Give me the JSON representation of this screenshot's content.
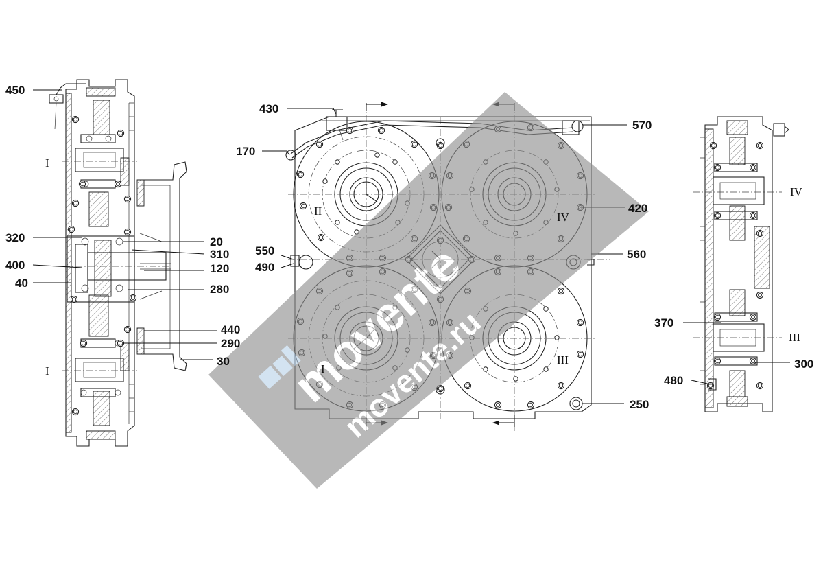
{
  "callouts": {
    "c450": "450",
    "c320": "320",
    "c400": "400",
    "c40": "40",
    "c20": "20",
    "c310": "310",
    "c120": "120",
    "c280": "280",
    "c440": "440",
    "c290": "290",
    "c30": "30",
    "c430": "430",
    "c170": "170",
    "c550": "550",
    "c490": "490",
    "c570": "570",
    "c420": "420",
    "c560": "560",
    "c250": "250",
    "c370": "370",
    "c300": "300",
    "c480": "480"
  },
  "shaft_labels": {
    "left_top": "I",
    "left_bottom": "I",
    "front_ii": "II",
    "front_iv": "IV",
    "front_i": "I",
    "front_iii": "III",
    "right_iv": "IV",
    "right_iii": "III"
  },
  "watermark": {
    "line1": "movente",
    "line2": "movente.ru"
  },
  "colors": {
    "line": "#222222",
    "watermark_band": "#9a9a9a",
    "watermark_logo": "#b9d3ea"
  }
}
